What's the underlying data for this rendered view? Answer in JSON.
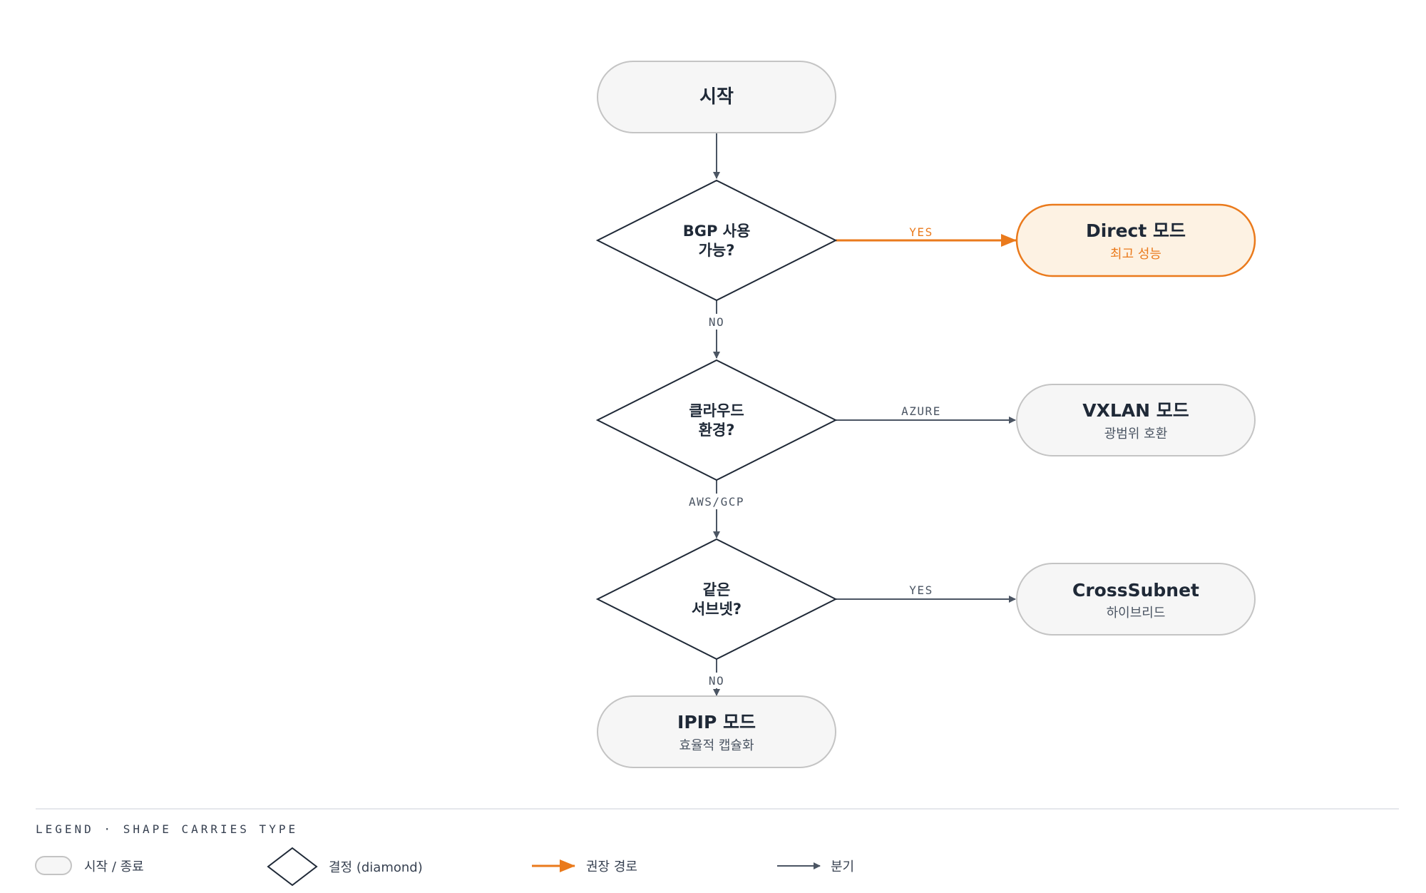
{
  "colors": {
    "accent": "#ea7a1c",
    "accent_fill": "#fdf2e3",
    "node_fill": "#f6f6f6",
    "node_stroke": "#c4c4c4",
    "edge": "#4b5563",
    "ink": "#1f2937"
  },
  "nodes": {
    "start": {
      "title": "시작"
    },
    "bgp_decision": {
      "line1": "BGP 사용",
      "line2": "가능?"
    },
    "cloud_decision": {
      "line1": "클라우드",
      "line2": "환경?"
    },
    "subnet_decision": {
      "line1": "같은",
      "line2": "서브넷?"
    },
    "direct": {
      "title": "Direct 모드",
      "subtitle": "최고 성능"
    },
    "vxlan": {
      "title": "VXLAN 모드",
      "subtitle": "광범위 호환"
    },
    "crosssubnet": {
      "title": "CrossSubnet",
      "subtitle": "하이브리드"
    },
    "ipip": {
      "title": "IPIP 모드",
      "subtitle": "효율적 캡슐화"
    }
  },
  "edges": {
    "bgp_yes": "YES",
    "bgp_no": "NO",
    "cloud_azure": "AZURE",
    "cloud_aws_gcp": "AWS/GCP",
    "subnet_yes": "YES",
    "subnet_no": "NO"
  },
  "legend": {
    "heading": "LEGEND · SHAPE CARRIES TYPE",
    "items": [
      {
        "shape": "terminal",
        "label": "시작 / 종료"
      },
      {
        "shape": "diamond",
        "label": "결정 (diamond)"
      },
      {
        "shape": "recommended-arrow",
        "label": "권장 경로"
      },
      {
        "shape": "branch-arrow",
        "label": "분기"
      }
    ]
  }
}
